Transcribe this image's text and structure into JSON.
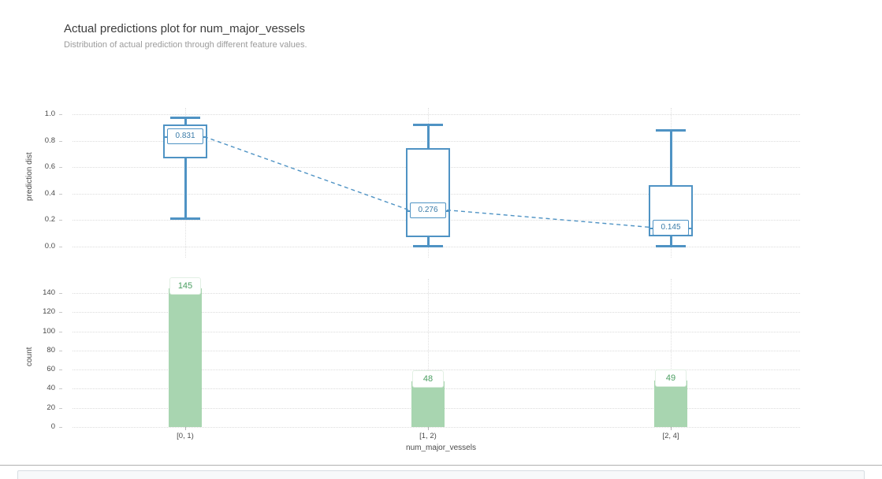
{
  "header": {
    "title": "Actual predictions plot for num_major_vessels",
    "subtitle": "Distribution of actual prediction through different feature values."
  },
  "chart_data": [
    {
      "type": "box",
      "title": "Actual predictions plot for num_major_vessels",
      "subtitle": "Distribution of actual prediction through different feature values.",
      "xlabel": "num_major_vessels",
      "ylabel": "prediction dist",
      "categories": [
        "[0, 1)",
        "[1, 2)",
        "[2, 4]"
      ],
      "ylim": [
        0.0,
        1.0
      ],
      "yticks": [
        "1.0",
        "0.8",
        "0.6",
        "0.4",
        "0.2",
        "0.0"
      ],
      "ytick_values": [
        1.0,
        0.8,
        0.6,
        0.4,
        0.2,
        0.0
      ],
      "grid": true,
      "legend": "none",
      "accent_color": "#4f93c4",
      "median_connector": "dashed",
      "boxes": [
        {
          "category": "[0, 1)",
          "whisker_low": 0.22,
          "q1": 0.664,
          "median": 0.831,
          "q3": 0.925,
          "whisker_high": 0.982,
          "median_label": "0.831"
        },
        {
          "category": "[1, 2)",
          "whisker_low": 0.013,
          "q1": 0.074,
          "median": 0.276,
          "q3": 0.744,
          "whisker_high": 0.929,
          "median_label": "0.276"
        },
        {
          "category": "[2, 4]",
          "whisker_low": 0.013,
          "q1": 0.079,
          "median": 0.145,
          "q3": 0.466,
          "whisker_high": 0.887,
          "median_label": "0.145"
        }
      ]
    },
    {
      "type": "bar",
      "xlabel": "num_major_vessels",
      "ylabel": "count",
      "categories": [
        "[0, 1)",
        "[1, 2)",
        "[2, 4]"
      ],
      "values": [
        145,
        48,
        49
      ],
      "value_labels": [
        "145",
        "48",
        "49"
      ],
      "ylim": [
        0,
        145
      ],
      "yticks": [
        "140",
        "120",
        "100",
        "80",
        "60",
        "40",
        "20",
        "0"
      ],
      "ytick_values": [
        140,
        120,
        100,
        80,
        60,
        40,
        20,
        0
      ],
      "grid": true,
      "legend": "none",
      "bar_color": "#a8d5b0",
      "label_color": "#4a9e61"
    }
  ]
}
